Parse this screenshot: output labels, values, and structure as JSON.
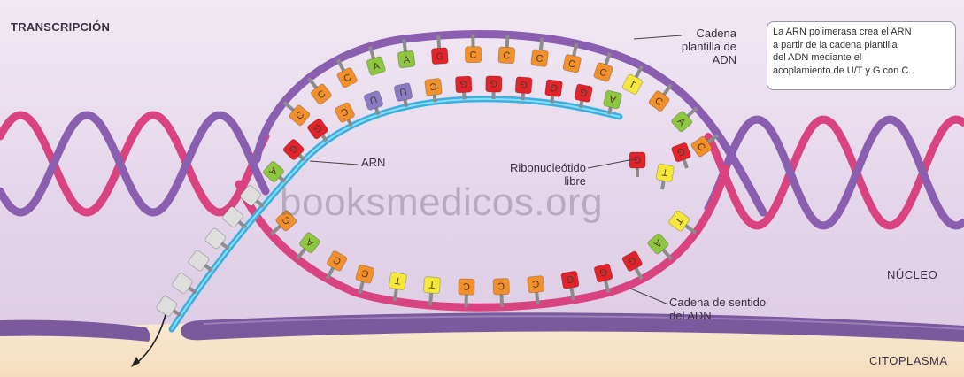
{
  "title": "TRANSCRIPCIÓN",
  "callout": "La ARN polimerasa crea el ARN\na partir de la cadena plantilla\ndel ADN mediante el\nacoplamiento de U/T y G con C.",
  "labels": {
    "template_strand": "Cadena\nplantilla de\nADN",
    "rna": "ARN",
    "free_ribonucleotide": "Ribonucleótido\nlibre",
    "sense_strand": "Cadena de sentido\ndel ADN",
    "nucleus": "NÚCLEO",
    "cytoplasm": "CITOPLASMA"
  },
  "watermark": "booksmedicos.org",
  "colors": {
    "background_nucleus": "#e8dcee",
    "cytoplasm": "#f7e6cc",
    "template_strand": "#8a5fb0",
    "sense_strand": "#d9437f",
    "rna": "#3ab0e0",
    "base_A": "#8dc63f",
    "base_U": "#8a7cc4",
    "base_G": "#e2232a",
    "base_C": "#f2912b",
    "base_T": "#f5e83a",
    "base_free": "#dedede"
  },
  "bases": {
    "template_top": [
      "C",
      "C",
      "C",
      "A",
      "A",
      "G",
      "C",
      "C",
      "C",
      "C",
      "C",
      "T",
      "C",
      "A",
      "C"
    ],
    "rna_paired": [
      "A",
      "G",
      "G",
      "C",
      "U",
      "U",
      "C",
      "G",
      "G",
      "G",
      "G",
      "G",
      "A"
    ],
    "sense_bottom": [
      "C",
      "A",
      "C",
      "C",
      "T",
      "T",
      "C",
      "C",
      "C",
      "G",
      "G",
      "G",
      "A",
      "T"
    ],
    "free_nucleotides": [
      "G",
      "G",
      "T"
    ]
  }
}
